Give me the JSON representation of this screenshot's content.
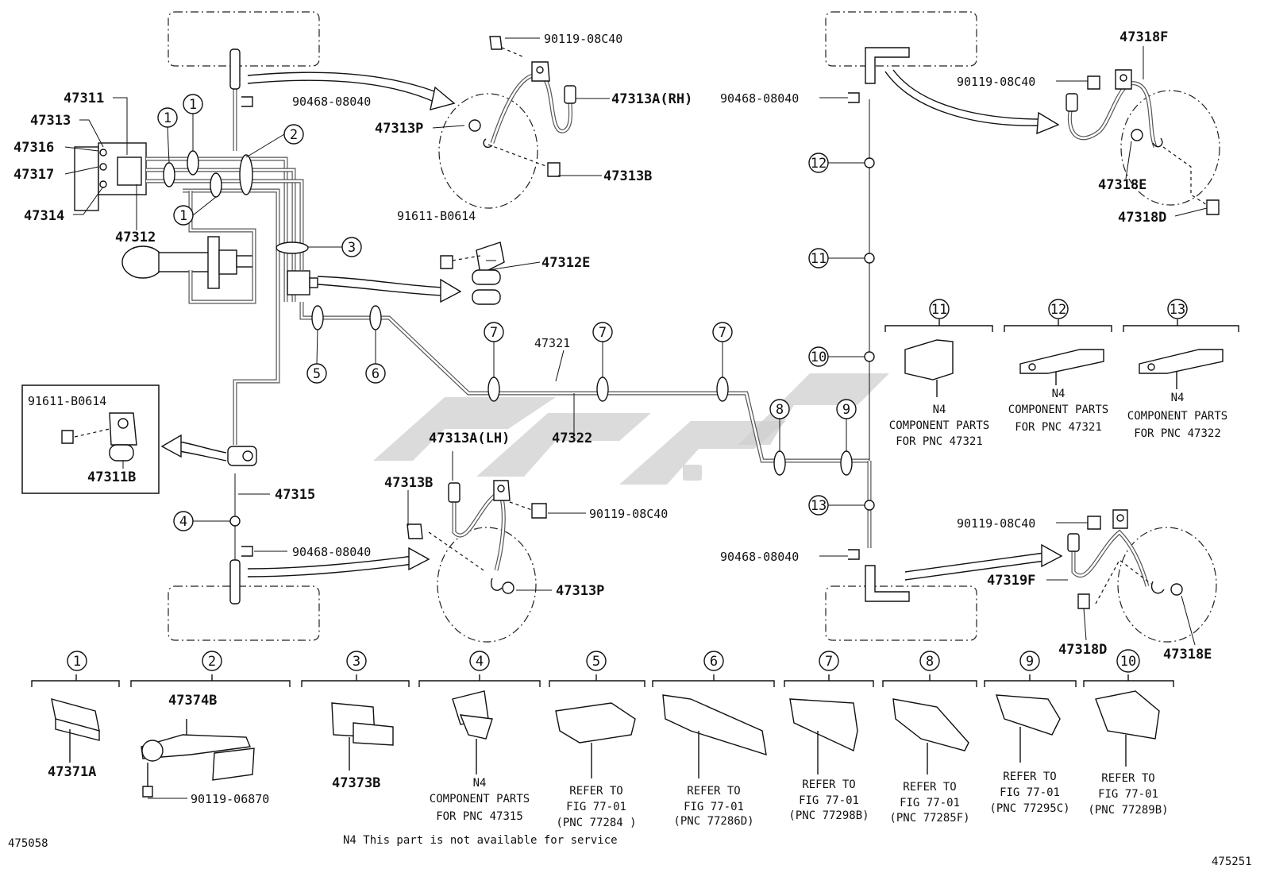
{
  "diagram_title": "",
  "labels": {
    "p47311": "47311",
    "p47313": "47313",
    "p47316": "47316",
    "p47317": "47317",
    "p47314": "47314",
    "p47312": "47312",
    "p90119_top": "90119-08C40",
    "p47313A_rh": "47313A(RH)",
    "p90468_left_top": "90468-08040",
    "p47313P_top": "47313P",
    "p47313B_top": "47313B",
    "p91611_mid": "91611-B0614",
    "p47312E": "47312E",
    "p47321": "47321",
    "p47322": "47322",
    "p91611_box": "91611-B0614",
    "p47311B": "47311B",
    "p47315": "47315",
    "p47313A_lh": "47313A(LH)",
    "p47313B_bot": "47313B",
    "p90119_bot": "90119-08C40",
    "p90468_left_bot": "90468-08040",
    "p47313P_bot": "47313P",
    "p90468_right_top": "90468-08040",
    "p47318F": "47318F",
    "p90119_right_top": "90119-08C40",
    "p47318E_top": "47318E",
    "p47318D_top": "47318D",
    "p90119_right_bot": "90119-08C40",
    "p90468_right_bot": "90468-08040",
    "p47319F": "47319F",
    "p47318D_bot": "47318D",
    "p47318E_bot": "47318E",
    "p47371A": "47371A",
    "p47374B": "47374B",
    "p90119_06870": "90119-06870",
    "p47373B": "47373B"
  },
  "callouts": [
    "1",
    "1",
    "1",
    "1",
    "2",
    "3",
    "4",
    "5",
    "6",
    "7",
    "7",
    "7",
    "8",
    "9",
    "10",
    "11",
    "12",
    "13"
  ],
  "clip_legend_upper": [
    {
      "num": "11",
      "lines": [
        "N4",
        "COMPONENT PARTS",
        "FOR PNC 47321"
      ]
    },
    {
      "num": "12",
      "lines": [
        "N4",
        "COMPONENT PARTS",
        "FOR PNC 47321"
      ]
    },
    {
      "num": "13",
      "lines": [
        "N4",
        "COMPONENT PARTS",
        "FOR PNC 47322"
      ]
    }
  ],
  "clip_legend_lower": [
    {
      "num": "1",
      "lines": []
    },
    {
      "num": "2",
      "lines": []
    },
    {
      "num": "3",
      "lines": []
    },
    {
      "num": "4",
      "lines": [
        "N4",
        "COMPONENT PARTS",
        "FOR PNC 47315"
      ]
    },
    {
      "num": "5",
      "lines": [
        "REFER TO",
        "FIG 77-01",
        "(PNC 77284 )"
      ]
    },
    {
      "num": "6",
      "lines": [
        "REFER TO",
        "FIG 77-01",
        "(PNC 77286D)"
      ]
    },
    {
      "num": "7",
      "lines": [
        "REFER TO",
        "FIG 77-01",
        "(PNC 77298B)"
      ]
    },
    {
      "num": "8",
      "lines": [
        "REFER TO",
        "FIG 77-01",
        "(PNC 77285F)"
      ]
    },
    {
      "num": "9",
      "lines": [
        "REFER TO",
        "FIG 77-01",
        "(PNC 77295C)"
      ]
    },
    {
      "num": "10",
      "lines": [
        "REFER TO",
        "FIG 77-01",
        "(PNC 77289B)"
      ]
    }
  ],
  "footer": {
    "left_code": "475058",
    "note": "N4 This part is not available for service",
    "right_code": "475251"
  }
}
